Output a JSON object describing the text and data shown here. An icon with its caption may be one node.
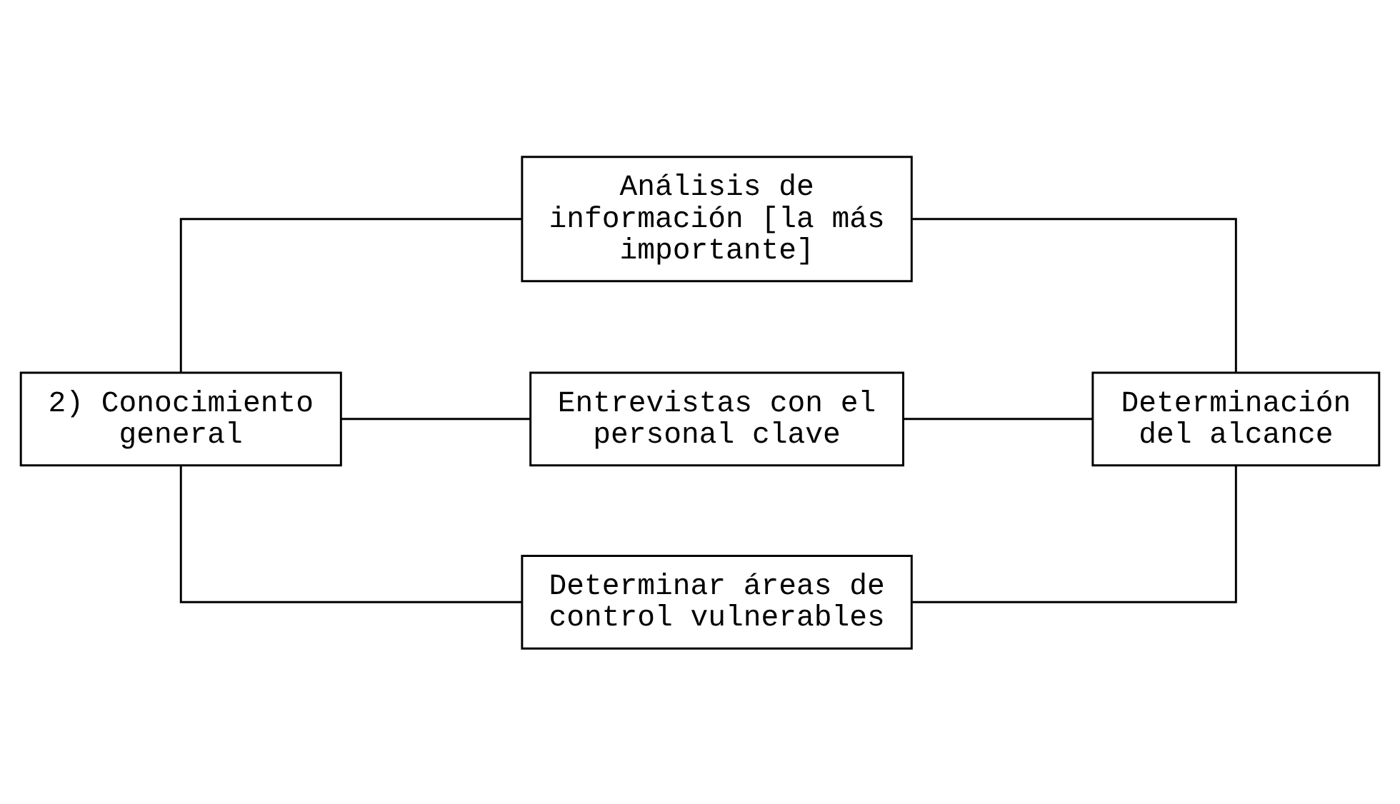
{
  "diagram": {
    "nodes": [
      {
        "text": [
          "2) Conocimiento general"
        ]
      },
      {
        "text": [
          "Análisis de información [la más importante]"
        ]
      },
      {
        "text": [
          "Entrevistas con el personal clave"
        ]
      },
      {
        "text": [
          "Determinar áreas de control vulnerables"
        ]
      },
      {
        "text": [
          "Determinación del alcance"
        ]
      }
    ],
    "edges": [
      {
        "from": 0,
        "to": 1,
        "arrow": "none"
      },
      {
        "from": 0,
        "to": 2,
        "arrow": "none"
      },
      {
        "from": 0,
        "to": 3,
        "arrow": "none"
      },
      {
        "from": 1,
        "to": 4,
        "arrow": "none"
      },
      {
        "from": 2,
        "to": 4,
        "arrow": "none"
      },
      {
        "from": 3,
        "to": 4,
        "arrow": "none"
      }
    ]
  }
}
